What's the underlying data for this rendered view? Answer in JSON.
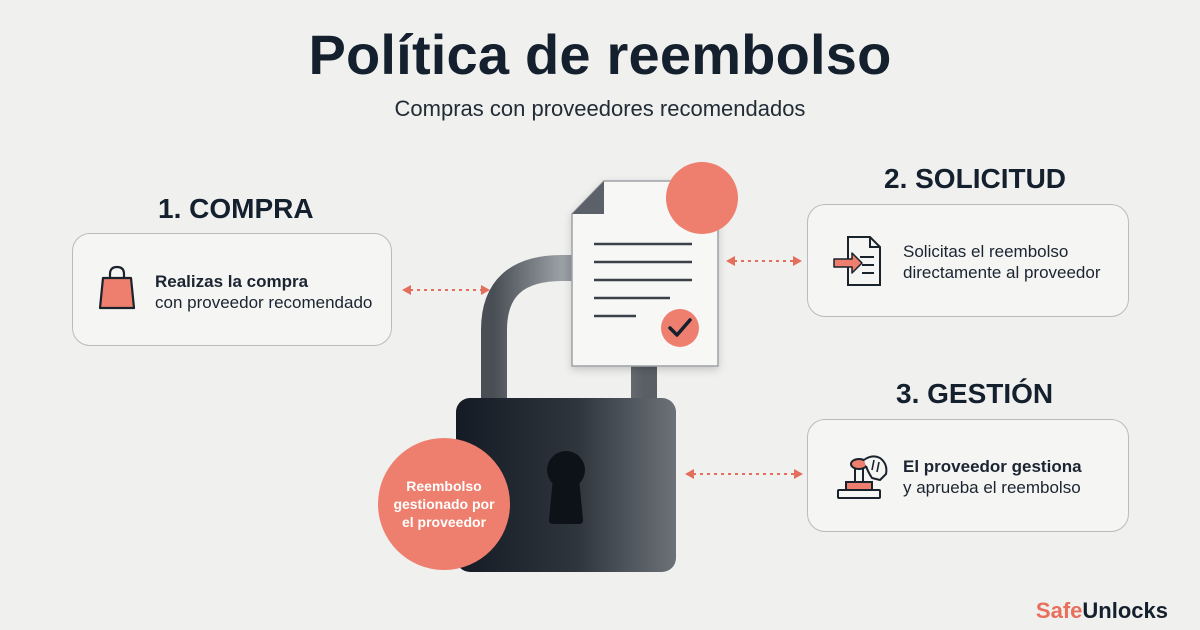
{
  "header": {
    "title": "Política de reembolso",
    "subtitle": "Compras con proveedores recomendados"
  },
  "steps": [
    {
      "title": "1. COMPRA",
      "text_bold": "Realizas la compra",
      "text_plain": "con proveedor recomendado",
      "icon": "shopping-bag-icon"
    },
    {
      "title": "2. SOLICITUD",
      "text_line1": "Solicitas el reembolso",
      "text_line2": "directamente al proveedor",
      "icon": "document-arrow-icon"
    },
    {
      "title": "3. GESTIÓN",
      "text_bold": "El proveedor gestiona",
      "text_plain": "y aprueba el reembolso",
      "icon": "hand-stamp-icon"
    }
  ],
  "center": {
    "badge_text": "Reembolso gestionado por el proveedor",
    "icons": [
      "padlock-icon",
      "document-icon",
      "checkmark-icon",
      "keyhole-icon"
    ]
  },
  "brand": {
    "part1": "Safe",
    "part2": "Unlocks"
  },
  "colors": {
    "accent": "#ee7f6e",
    "dark": "#14202e",
    "background": "#f0f0ee",
    "card_border": "#b9bcbf"
  }
}
